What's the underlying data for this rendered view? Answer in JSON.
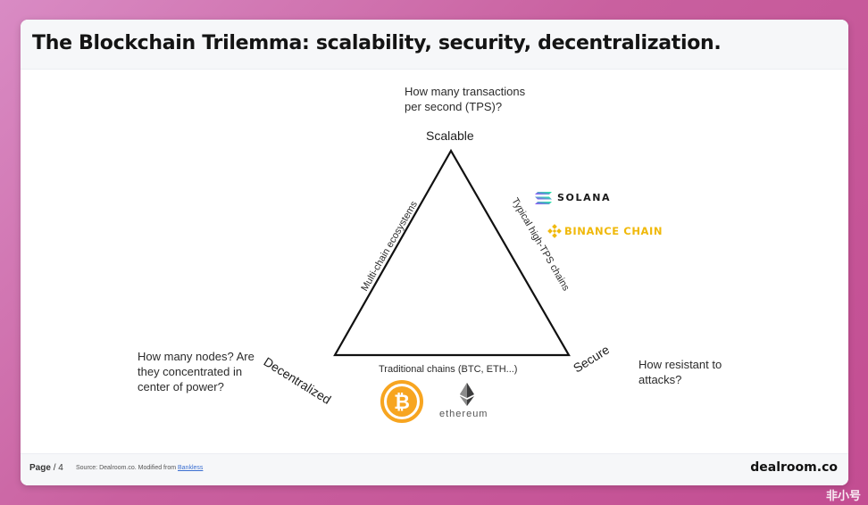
{
  "title": "The Blockchain Trilemma: scalability, security, decentralization.",
  "diagram": {
    "vertices": {
      "top": "Scalable",
      "left": "Decentralized",
      "right": "Secure"
    },
    "questions": {
      "top": [
        "How many transactions",
        "per second (TPS)?"
      ],
      "left": [
        "How many nodes? Are",
        "they concentrated in",
        "center of power?"
      ],
      "right": [
        "How resistant to",
        "attacks?"
      ]
    },
    "edges": {
      "left": "Multi-chain ecosystems",
      "right": "Typical high-TPS chains",
      "bottom": "Traditional chains (BTC, ETH...)"
    },
    "logos": {
      "solana": "SOLANA",
      "binance": "BINANCE CHAIN",
      "ethereum": "ethereum"
    },
    "colors": {
      "solana_gradient": [
        "#9945ff",
        "#19fb9b"
      ],
      "binance": "#f0b90b",
      "bitcoin": "#f7a520"
    }
  },
  "footer": {
    "page_label": "Page",
    "page_number": "/ 4",
    "source_prefix": "Source: Dealroom.co. Modified from",
    "source_link": "Bankless",
    "brand": "dealroom.co"
  },
  "watermark": "非小号"
}
